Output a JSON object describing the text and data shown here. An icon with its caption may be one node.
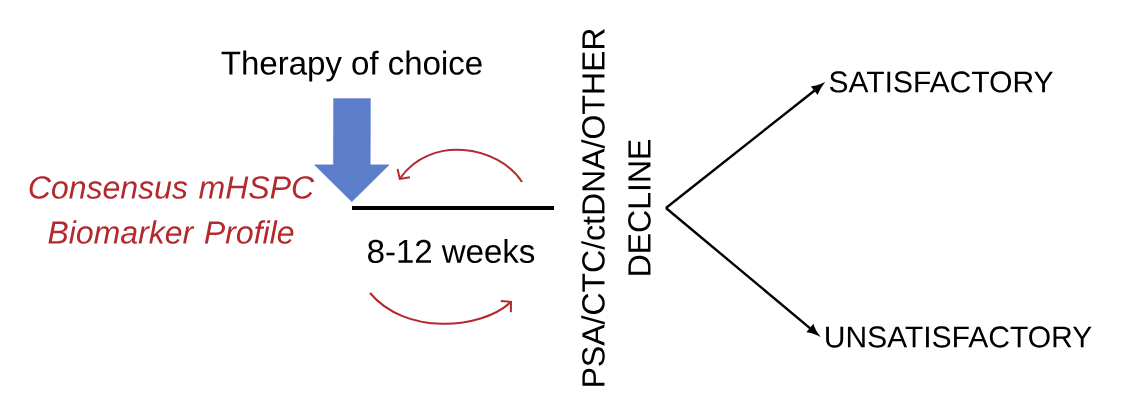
{
  "diagram": {
    "nodes": [
      {
        "text": [
          "Therapy of choice"
        ]
      },
      {
        "text": [],
        "shape": "bar",
        "beside": [
          "8-12 weeks"
        ]
      },
      {
        "text": [
          "PSA/CTC/ctDNA/OTHER DECLINE"
        ]
      },
      {
        "text": [
          "SATISFACTORY"
        ]
      },
      {
        "text": [
          "UNSATISFACTORY"
        ]
      }
    ],
    "edges": [
      {
        "from": 0,
        "to": 1,
        "arrow": "to",
        "style": "thick",
        "color": "#5b7dca"
      },
      {
        "from": 2,
        "to": 3,
        "arrow": "to"
      },
      {
        "from": 2,
        "to": 4,
        "arrow": "to"
      }
    ],
    "labels": [
      "Consensus mHSPC Biomarker Profile"
    ]
  }
}
